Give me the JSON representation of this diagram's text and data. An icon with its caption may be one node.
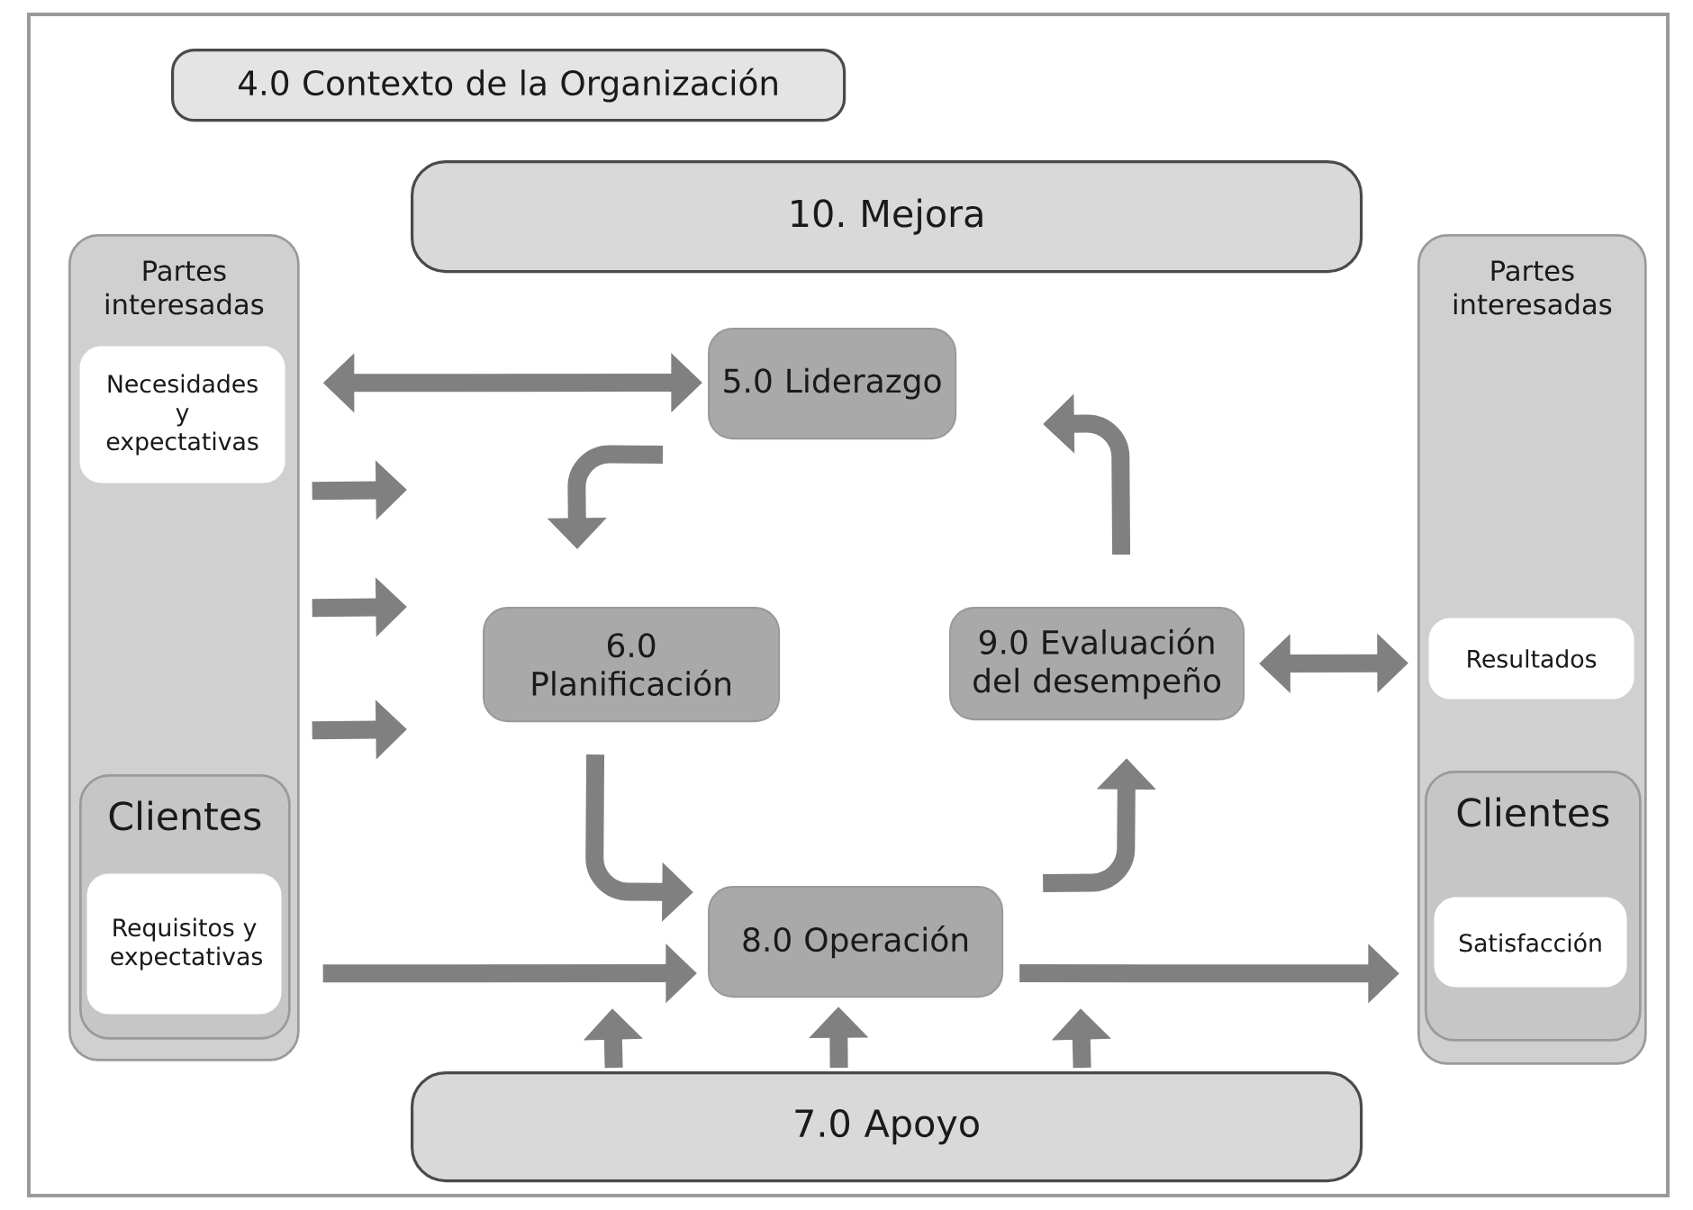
{
  "diagram": {
    "nodes": [
      {
        "text": [
          "4.0 Contexto de la Organización"
        ]
      },
      {
        "text": [
          "10. Mejora"
        ]
      },
      {
        "text": [
          "Partes interesadas"
        ]
      },
      {
        "text": [
          "Necesidades y expectativas"
        ],
        "in": 2
      },
      {
        "text": [
          "Clientes"
        ],
        "in": 2
      },
      {
        "text": [
          "Requisitos y expectativas"
        ],
        "in": 4
      },
      {
        "text": [
          "5.0 Liderazgo"
        ]
      },
      {
        "text": [
          "6.0 Planificación"
        ]
      },
      {
        "text": [
          "9.0 Evaluación del desempeño"
        ]
      },
      {
        "text": [
          "8.0 Operación"
        ]
      },
      {
        "text": [
          "Partes interesadas"
        ]
      },
      {
        "text": [
          "Resultados"
        ],
        "in": 10
      },
      {
        "text": [
          "Clientes"
        ],
        "in": 10
      },
      {
        "text": [
          "Satisfacción"
        ],
        "in": 12
      },
      {
        "text": [
          "7.0 Apoyo"
        ]
      }
    ],
    "edges": [
      {
        "from": 2,
        "to": 6,
        "arrow": "both"
      },
      {
        "from": 6,
        "to": 7,
        "arrow": "to"
      },
      {
        "from": 7,
        "to": 9,
        "arrow": "to"
      },
      {
        "from": 9,
        "to": 8,
        "arrow": "to"
      },
      {
        "from": 8,
        "to": 6,
        "arrow": "to"
      },
      {
        "from": 8,
        "to": 11,
        "arrow": "both"
      },
      {
        "from": 9,
        "to": 10,
        "arrow": "to"
      },
      {
        "from": 4,
        "to": 9,
        "arrow": "to"
      },
      {
        "from": 14,
        "to": null,
        "arrow": "to"
      },
      {
        "from": 14,
        "to": 9,
        "arrow": "to"
      },
      {
        "from": 14,
        "to": null,
        "arrow": "to"
      },
      {
        "from": 2,
        "to": null,
        "arrow": "to"
      },
      {
        "from": 2,
        "to": null,
        "arrow": "to"
      },
      {
        "from": 2,
        "to": null,
        "arrow": "to"
      }
    ]
  }
}
